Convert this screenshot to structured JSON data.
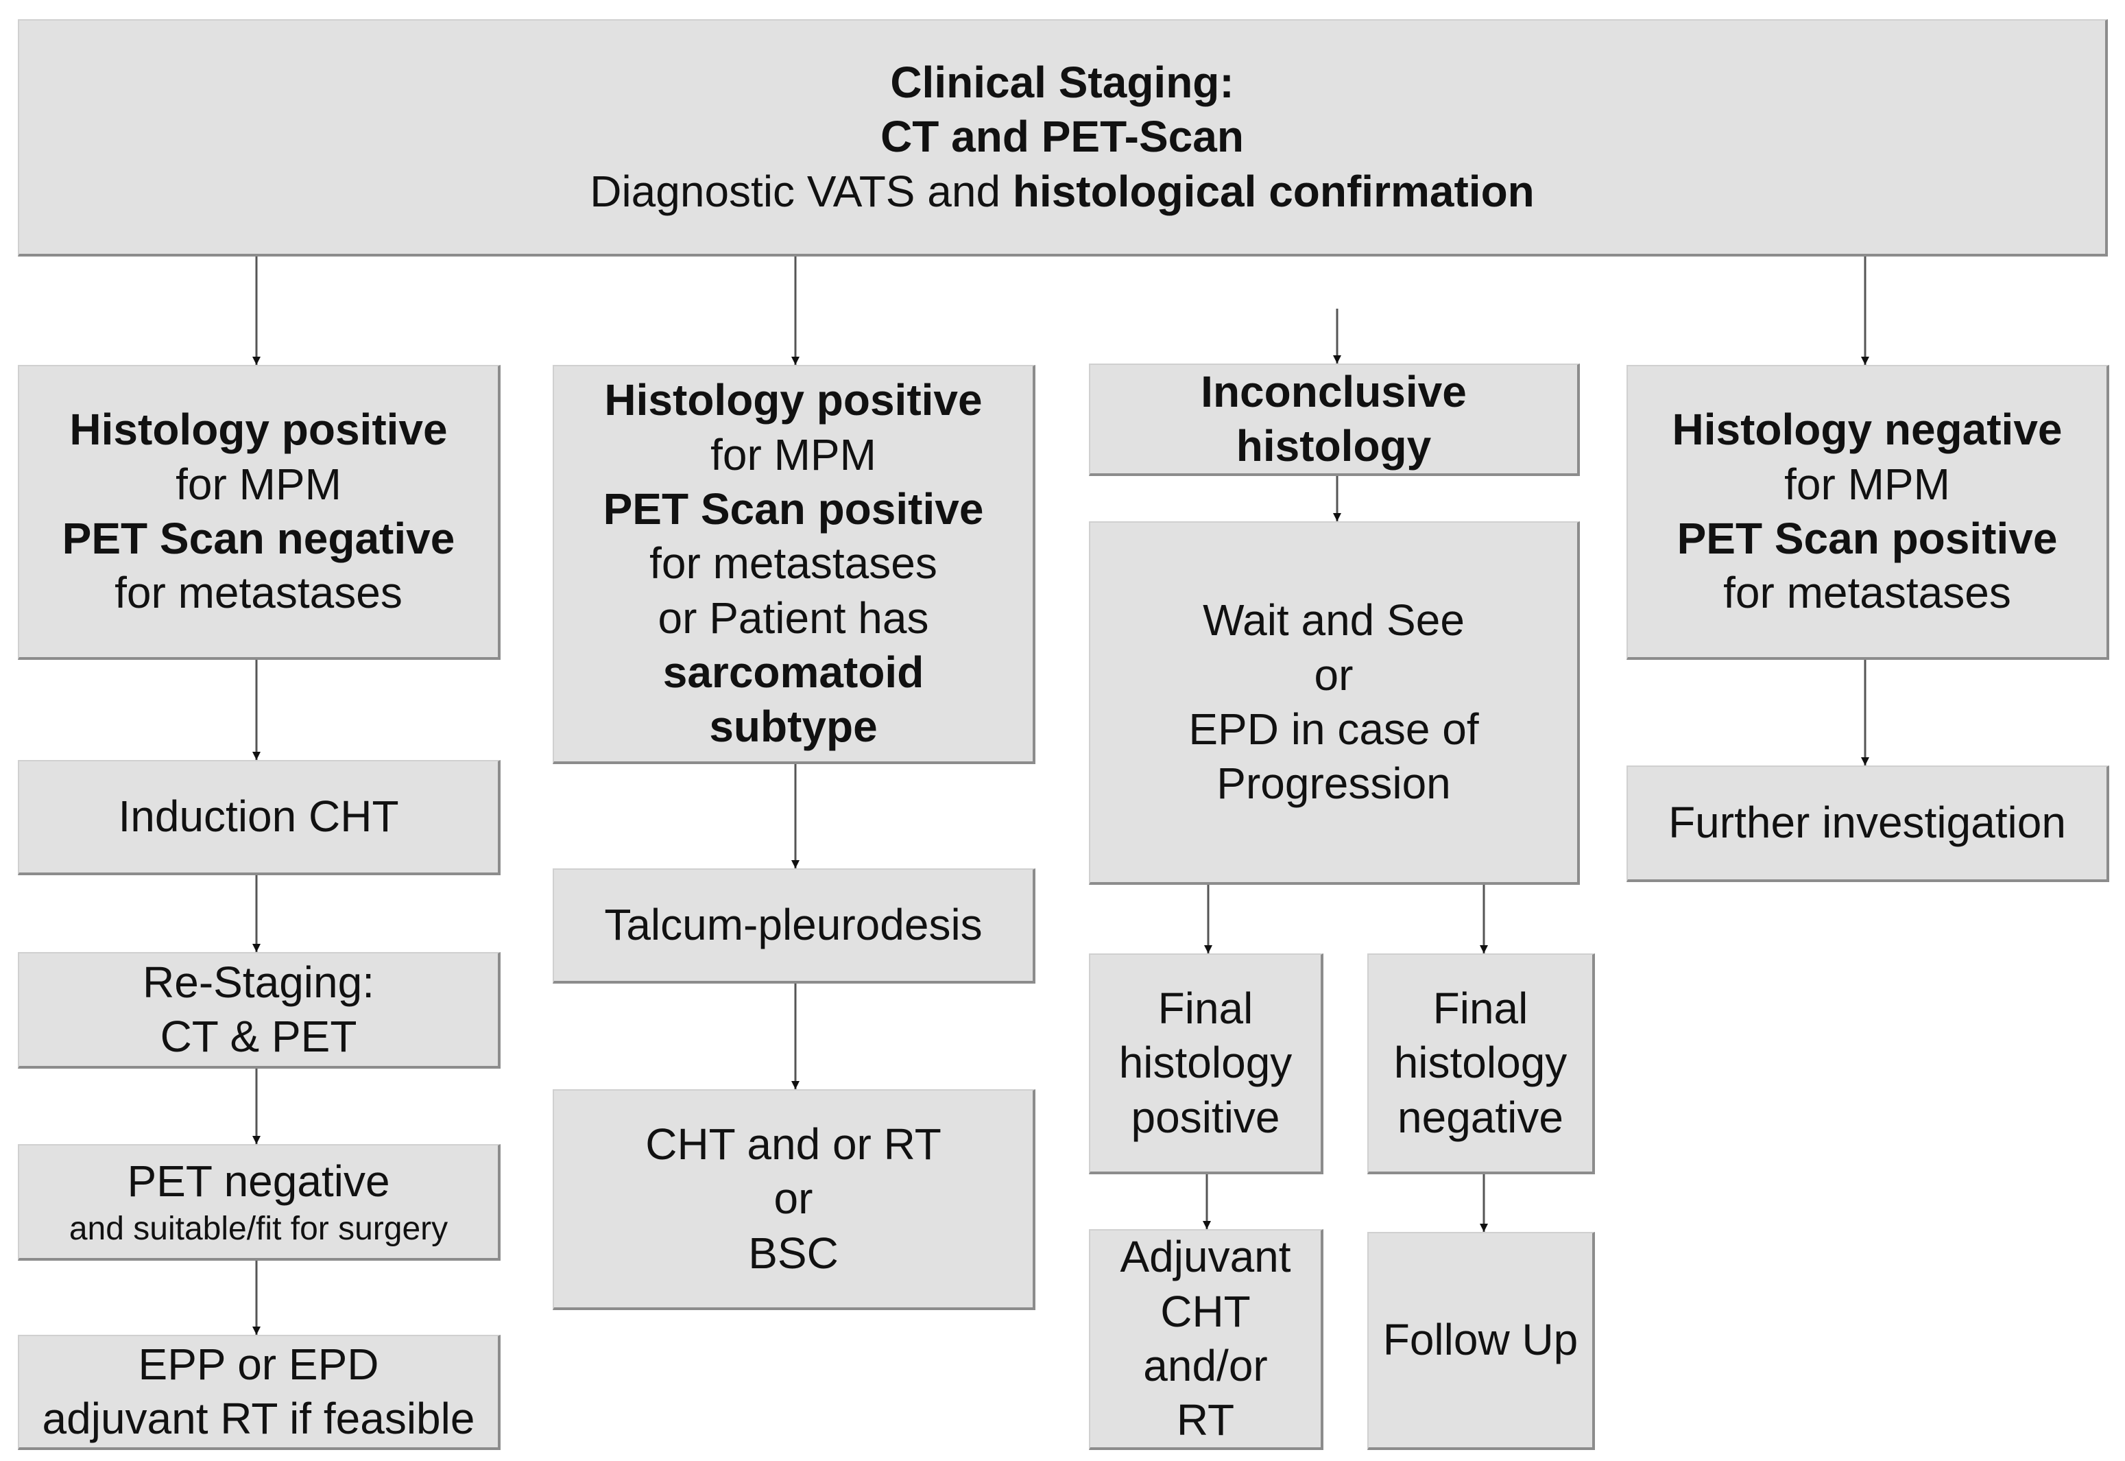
{
  "diagram": {
    "top": {
      "line1": "Clinical Staging:",
      "line2": "CT and PET-Scan",
      "line3a": "Diagnostic VATS and ",
      "line3b": "histological confirmation"
    },
    "col1": {
      "header": [
        "Histology positive",
        "for MPM",
        "PET Scan negative",
        "for metastases"
      ],
      "induction": "Induction CHT",
      "restaging": [
        "Re-Staging:",
        "CT & PET"
      ],
      "pet_negative": [
        "PET negative",
        "and suitable/fit for surgery"
      ],
      "surgery": [
        "EPP or EPD",
        "adjuvant RT if feasible"
      ]
    },
    "col2": {
      "header": [
        "Histology positive",
        "for MPM",
        "PET Scan positive",
        "for metastases",
        "or Patient has",
        "sarcomatoid",
        "subtype"
      ],
      "talcum": "Talcum-pleurodesis",
      "therapy": [
        "CHT and or RT",
        "or",
        "BSC"
      ]
    },
    "col3": {
      "header": [
        "Inconclusive",
        "histology"
      ],
      "wait": [
        "Wait and See",
        "or",
        "EPD in case of",
        "Progression"
      ],
      "final_positive": [
        "Final",
        "histology",
        "positive"
      ],
      "final_negative": [
        "Final",
        "histology",
        "negative"
      ],
      "adjuvant": [
        "Adjuvant",
        "CHT",
        "and/or",
        "RT"
      ],
      "follow_up": "Follow Up"
    },
    "col4": {
      "header": [
        "Histology negative",
        "for MPM",
        "PET Scan positive",
        "for metastases"
      ],
      "further": "Further investigation"
    }
  }
}
